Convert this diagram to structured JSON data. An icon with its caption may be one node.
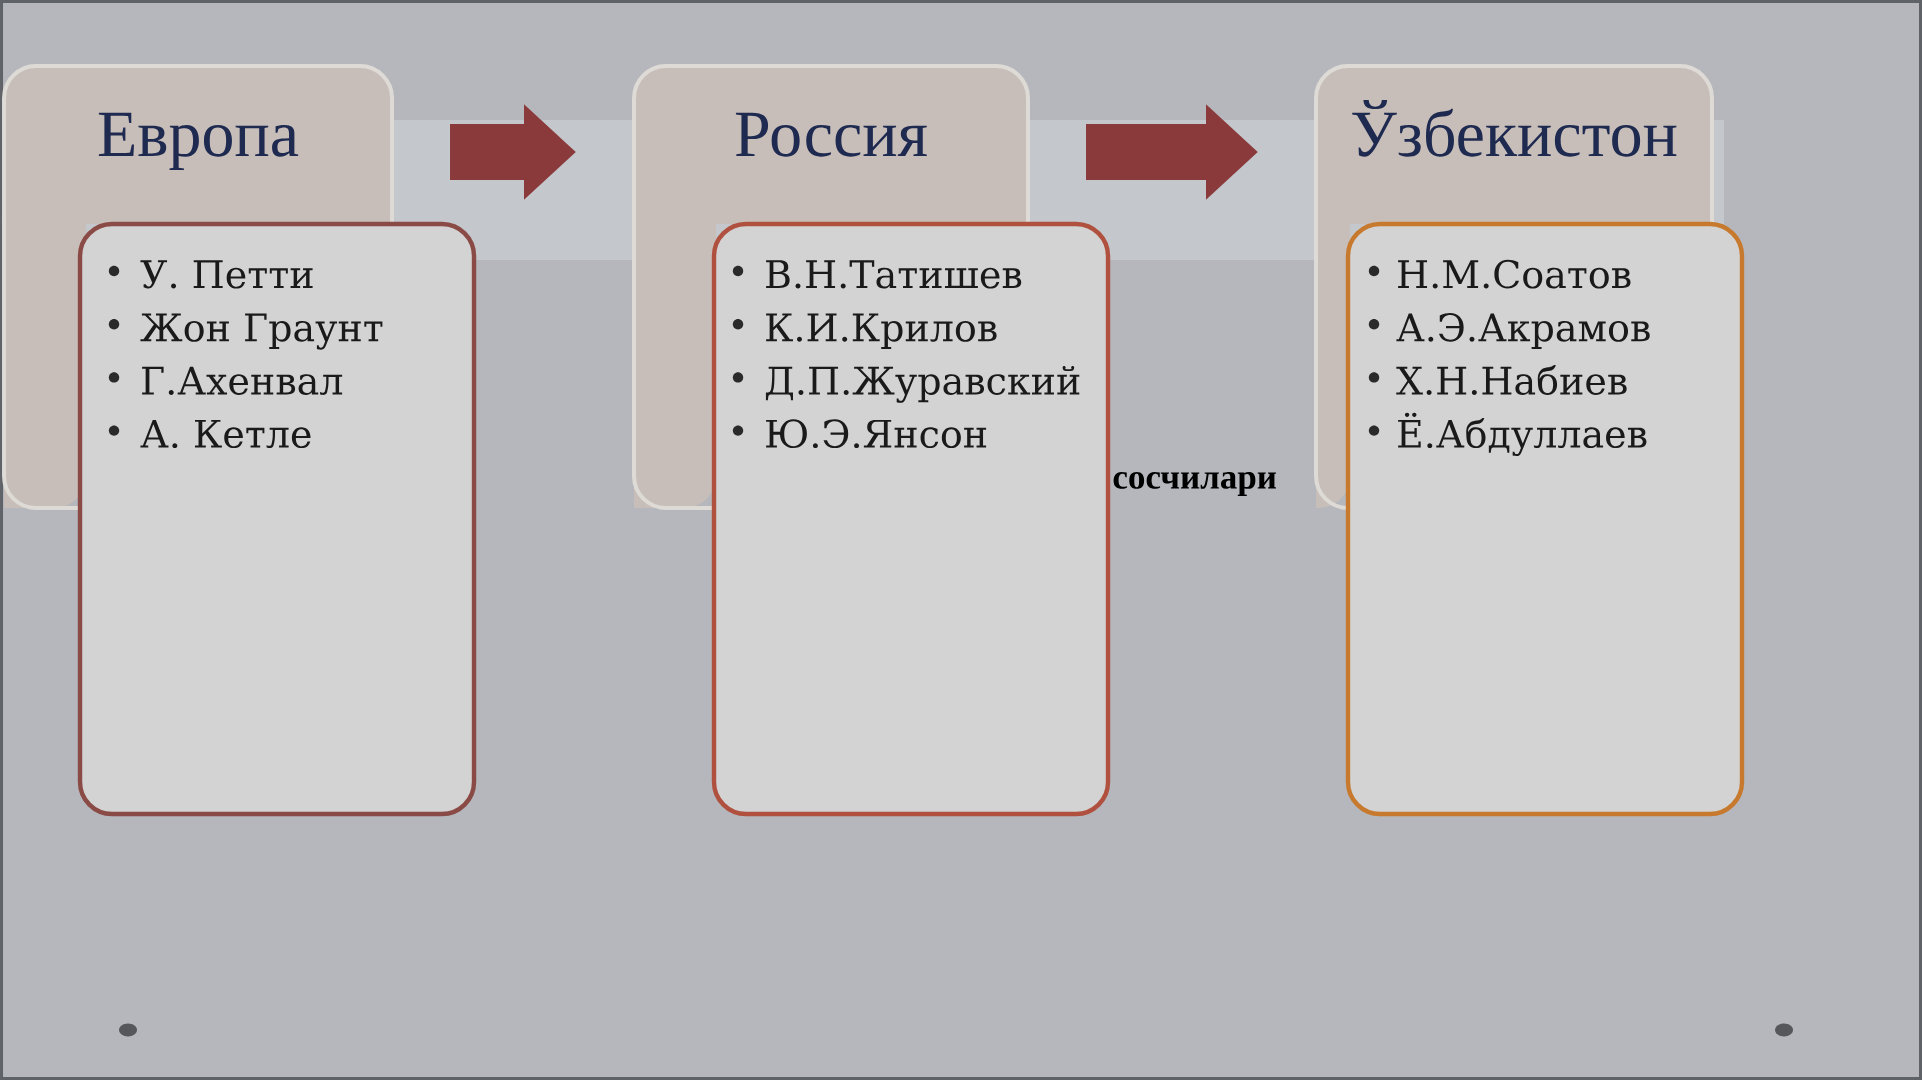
{
  "diagram": {
    "nodes": [
      {
        "text": [
          "Европа"
        ]
      },
      {
        "text": [
          "У. Петти",
          "Жон Граунт",
          "Г.Ахенвал",
          "А. Кетле"
        ]
      },
      {
        "text": [
          "Россия"
        ]
      },
      {
        "text": [
          "В.Н.Татишев",
          "К.И.Крилов",
          "Д.П.Журавский",
          "Ю.Э.Янсон"
        ]
      },
      {
        "text": [
          "Ўзбекистон"
        ]
      },
      {
        "text": [
          "Н.М.Соатов",
          "А.Э.Акрамов",
          "Х.Н.Набиев",
          "Ё.Абдуллаев"
        ]
      }
    ],
    "edges": [
      {
        "from": 0,
        "to": 2,
        "arrow": "to"
      },
      {
        "from": 2,
        "to": 4,
        "arrow": "to"
      }
    ],
    "labels": [
      "сосчилари"
    ]
  }
}
